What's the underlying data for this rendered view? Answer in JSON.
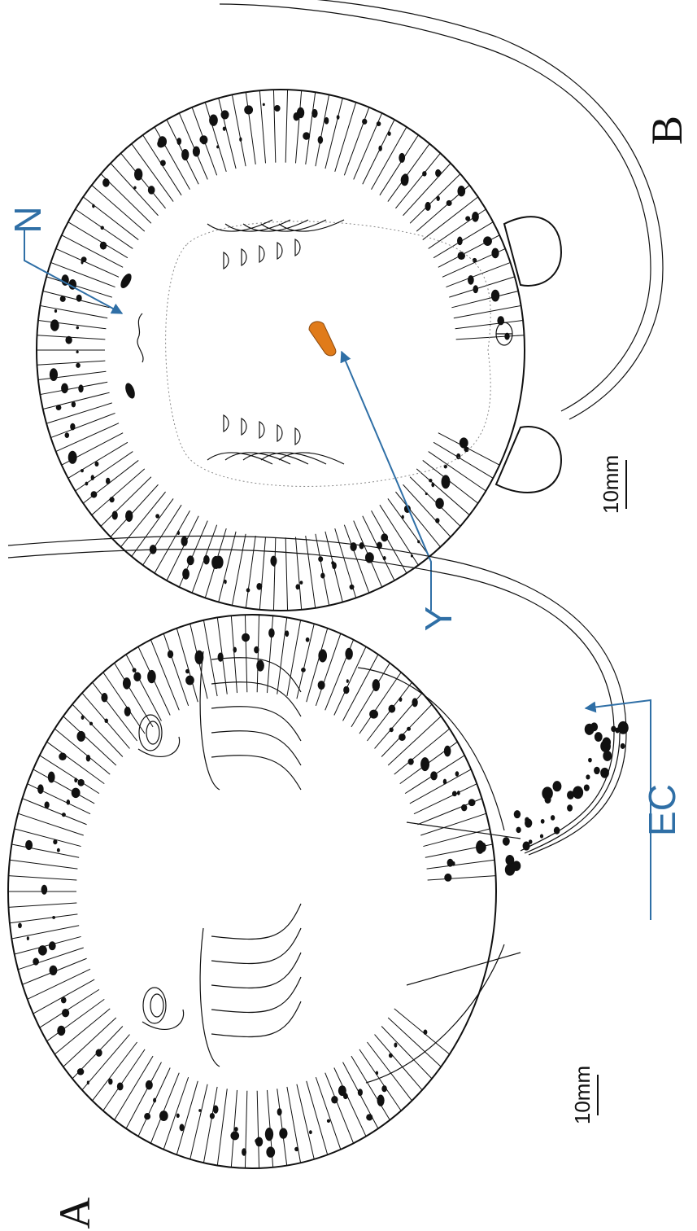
{
  "panels": [
    {
      "id": "A",
      "label": "A",
      "scale_label": "10mm"
    },
    {
      "id": "B",
      "label": "B",
      "scale_label": "10mm"
    }
  ],
  "annotations": {
    "ec": "EC",
    "n": "N",
    "y": "Y"
  },
  "colors": {
    "pointer": "#2f6fa6",
    "highlight": "#e07b1a",
    "outline": "#111111"
  }
}
